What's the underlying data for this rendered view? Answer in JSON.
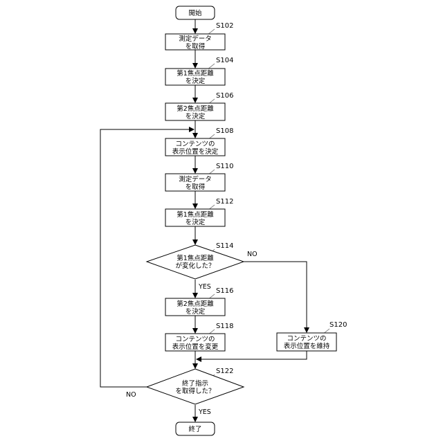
{
  "nodes": {
    "start": {
      "lines": [
        "開始"
      ]
    },
    "s102": {
      "step": "S102",
      "lines": [
        "測定データ",
        "を取得"
      ]
    },
    "s104": {
      "step": "S104",
      "lines": [
        "第1焦点距離",
        "を決定"
      ]
    },
    "s106": {
      "step": "S106",
      "lines": [
        "第2焦点距離",
        "を決定"
      ]
    },
    "s108": {
      "step": "S108",
      "lines": [
        "コンテンツの",
        "表示位置を決定"
      ]
    },
    "s110": {
      "step": "S110",
      "lines": [
        "測定データ",
        "を取得"
      ]
    },
    "s112": {
      "step": "S112",
      "lines": [
        "第1焦点距離",
        "を決定"
      ]
    },
    "s114": {
      "step": "S114",
      "lines": [
        "第1焦点距離",
        "が変化した？"
      ]
    },
    "s116": {
      "step": "S116",
      "lines": [
        "第2焦点距離",
        "を決定"
      ]
    },
    "s118": {
      "step": "S118",
      "lines": [
        "コンテンツの",
        "表示位置を変更"
      ]
    },
    "s120": {
      "step": "S120",
      "lines": [
        "コンテンツの",
        "表示位置を維持"
      ]
    },
    "s122": {
      "step": "S122",
      "lines": [
        "終了指示",
        "を取得した？"
      ]
    },
    "end": {
      "lines": [
        "終了"
      ]
    }
  },
  "branches": {
    "s114_yes": "YES",
    "s114_no": "NO",
    "s122_yes": "YES",
    "s122_no": "NO"
  }
}
